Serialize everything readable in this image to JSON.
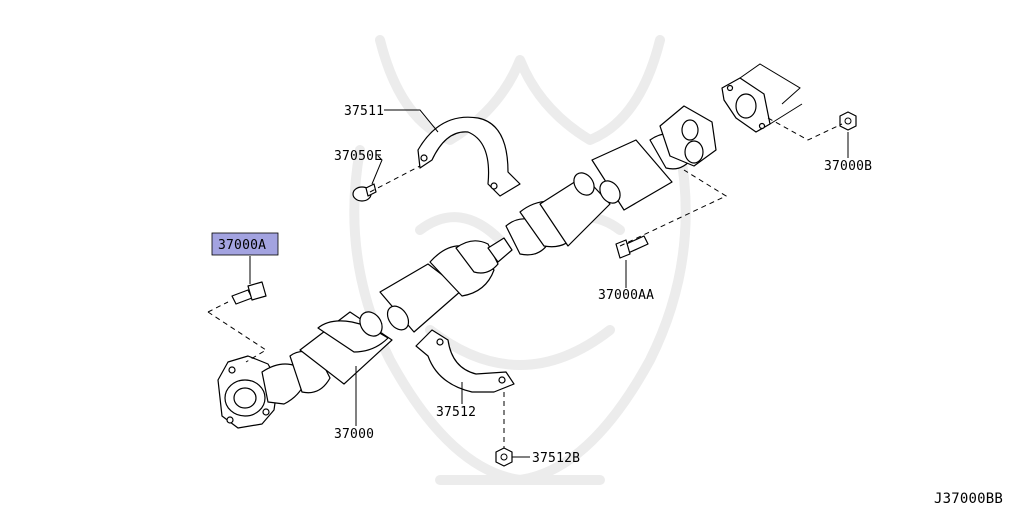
{
  "diagram_code": "J37000BB",
  "highlight_color": "#a3a3e0",
  "callouts": {
    "p37511": "37511",
    "p37050E": "37050E",
    "p37000A": "37000A",
    "p37000B": "37000B",
    "p37000AA": "37000AA",
    "p37000": "37000",
    "p37512": "37512",
    "p37512B": "37512B"
  },
  "selected_part": "37000A"
}
